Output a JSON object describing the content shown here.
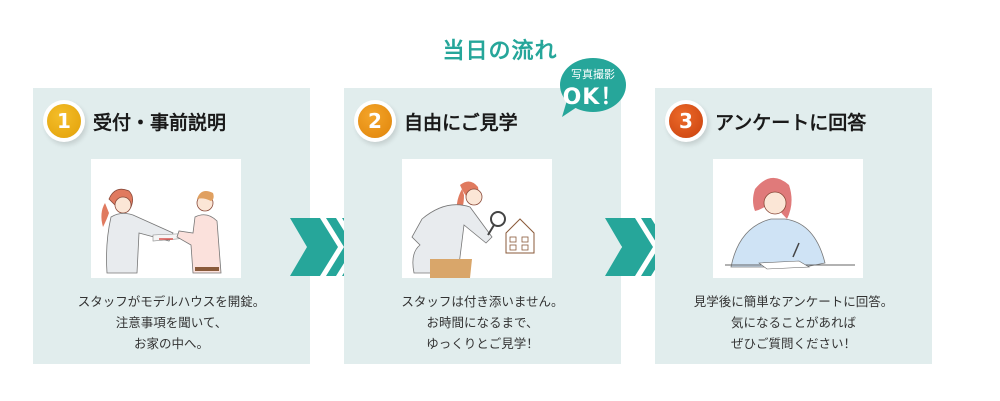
{
  "title": "当日の流れ",
  "colors": {
    "accent": "#26a69a",
    "panel_bg": "#e1eded",
    "step1": "#e8a80c",
    "step2": "#e88a0c",
    "step3": "#d9480f"
  },
  "badge": {
    "top": "写真撮影",
    "main": "OK！"
  },
  "steps": [
    {
      "number": "1",
      "title": "受付・事前説明",
      "illustration": "staff-handing-document-illustration",
      "lines": [
        "スタッフがモデルハウスを開錠。",
        "注意事項を聞いて、",
        "お家の中へ。"
      ]
    },
    {
      "number": "2",
      "title": "自由にご見学",
      "illustration": "woman-magnifying-glass-house-illustration",
      "lines": [
        "スタッフは付き添いません。",
        "お時間になるまで、",
        "ゆっくりとご見学！"
      ]
    },
    {
      "number": "3",
      "title": "アンケートに回答",
      "illustration": "woman-writing-survey-illustration",
      "lines": [
        "見学後に簡単なアンケートに回答。",
        "気になることがあれば",
        "ぜひご質問ください！"
      ]
    }
  ],
  "arrows": [
    "chevron-right-arrow",
    "chevron-right-arrow"
  ]
}
